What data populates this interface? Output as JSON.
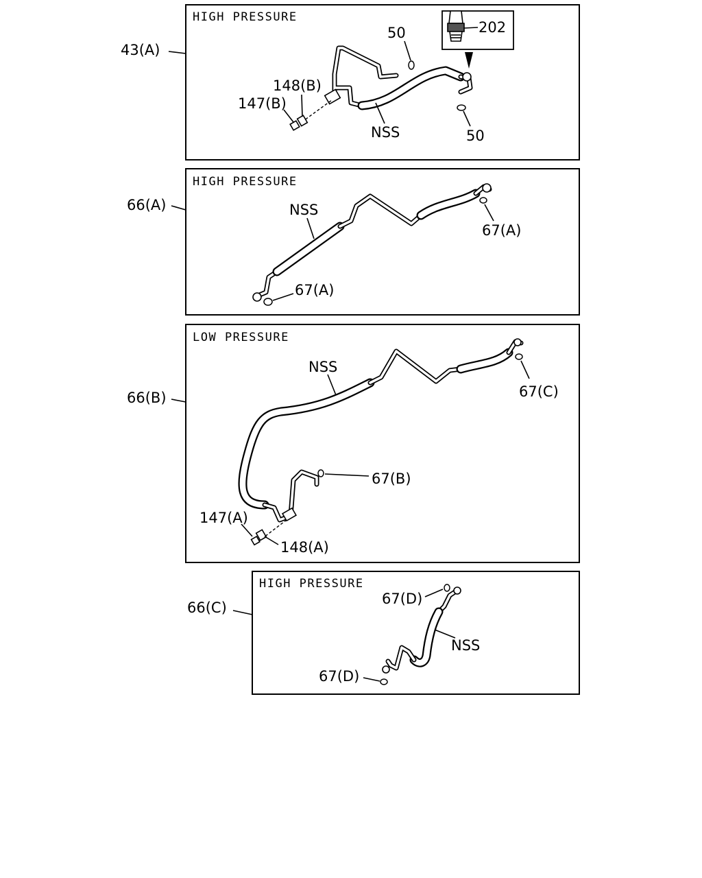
{
  "panels": [
    {
      "heading": "HIGH PRESSURE",
      "assembly": "43(A)",
      "labels": {
        "sensor": "202",
        "ring_upper": "50",
        "ring_lower": "50",
        "bolt": "147(B)",
        "stud": "148(B)",
        "hose": "NSS"
      }
    },
    {
      "heading": "HIGH PRESSURE",
      "assembly": "66(A)",
      "labels": {
        "hose": "NSS",
        "ring_right": "67(A)",
        "ring_left": "67(A)"
      }
    },
    {
      "heading": "LOW PRESSURE",
      "assembly": "66(B)",
      "labels": {
        "hose": "NSS",
        "ring_right": "67(C)",
        "ring_middle": "67(B)",
        "bolt": "147(A)",
        "stud": "148(A)"
      }
    },
    {
      "heading": "HIGH PRESSURE",
      "assembly": "66(C)",
      "labels": {
        "ring_top": "67(D)",
        "hose": "NSS",
        "ring_bottom": "67(D)"
      }
    }
  ]
}
